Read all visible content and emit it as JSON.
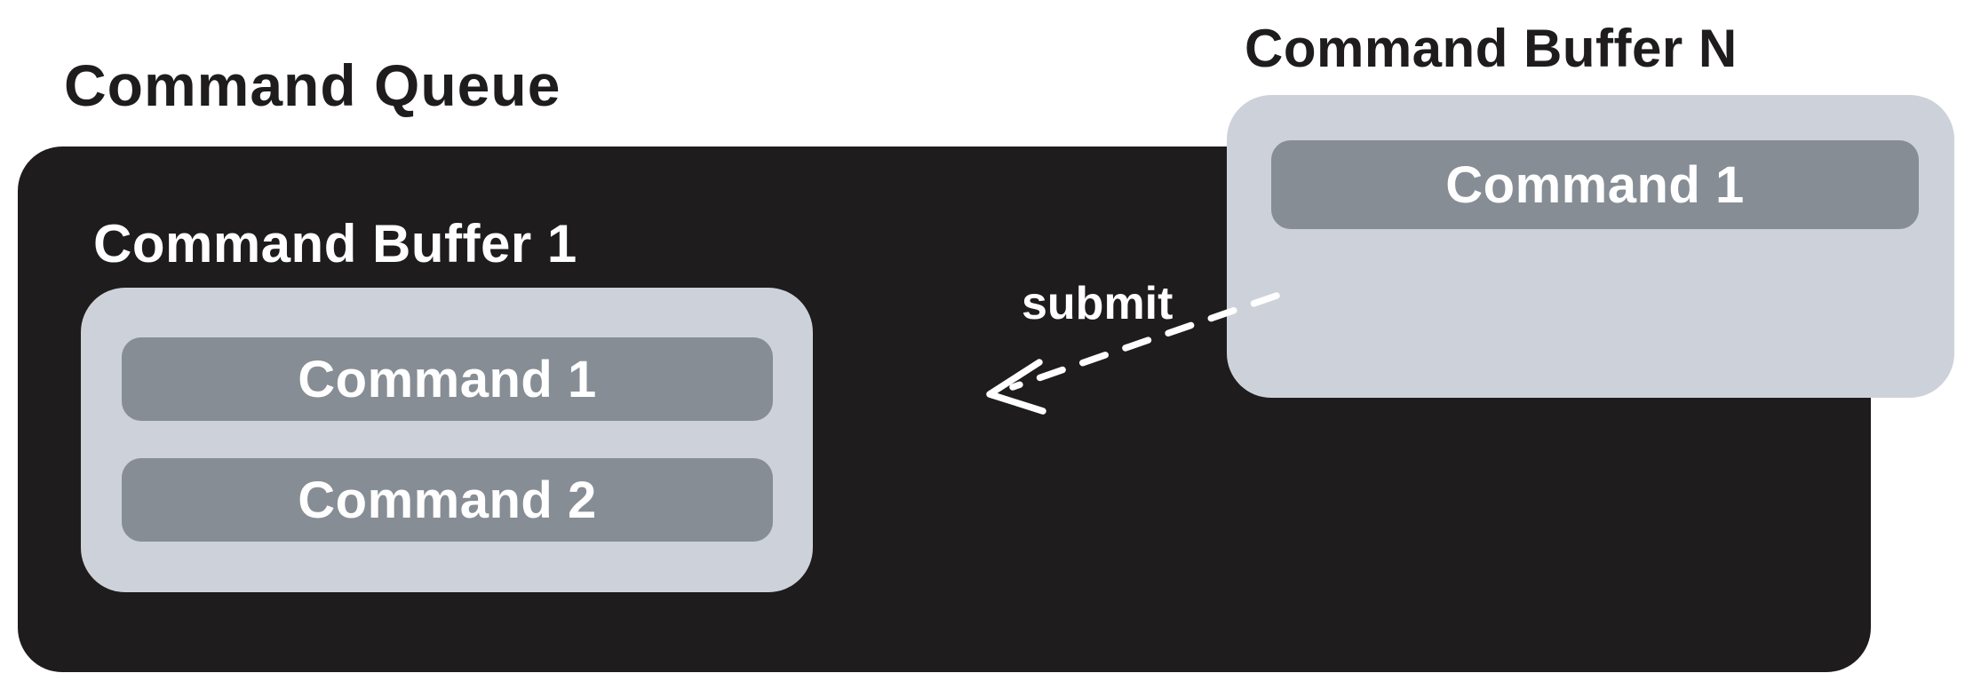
{
  "diagram": {
    "queue": {
      "title": "Command Queue",
      "buffer": {
        "title": "Command Buffer 1",
        "commands": [
          {
            "label": "Command 1"
          },
          {
            "label": "Command 2"
          }
        ]
      }
    },
    "incoming_buffer": {
      "title": "Command Buffer N",
      "commands": [
        {
          "label": "Command 1"
        }
      ]
    },
    "arrow": {
      "label": "submit",
      "direction": "from incoming buffer into queue"
    }
  },
  "colors": {
    "queue_bg": "#1e1c1c",
    "buffer_bg": "#cdd2da",
    "command_bg": "#868d95",
    "light_text": "#ffffff",
    "dark_text": "#1e1c1c",
    "page_bg": "#ffffff"
  }
}
